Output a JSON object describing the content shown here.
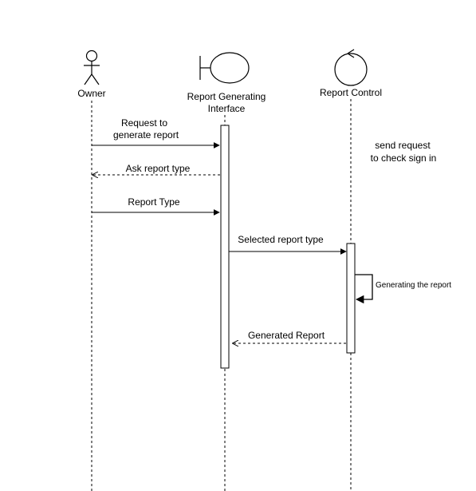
{
  "participants": {
    "owner": {
      "label": "Owner",
      "kind": "actor"
    },
    "interface": {
      "label_line1": "Report Generating",
      "label_line2": "Interface",
      "kind": "boundary"
    },
    "control": {
      "label": "Report Control",
      "kind": "control"
    }
  },
  "messages": {
    "m1": {
      "line1": "Request to",
      "line2": "generate report",
      "style": "solid",
      "from": "Owner",
      "to": "Report Generating Interface"
    },
    "m2": {
      "label": "Ask report type",
      "style": "dashed",
      "from": "Report Generating Interface",
      "to": "Owner"
    },
    "m3": {
      "label": "Report Type",
      "style": "solid",
      "from": "Owner",
      "to": "Report Generating Interface"
    },
    "m4": {
      "label": "Selected report type",
      "style": "solid",
      "from": "Report Generating Interface",
      "to": "Report Control"
    },
    "m5": {
      "label": "Generating the report",
      "style": "solid",
      "from": "Report Control",
      "to": "Report Control"
    },
    "m6": {
      "label": "Generated Report",
      "style": "dashed",
      "from": "Report Control",
      "to": "Report Generating Interface"
    }
  },
  "note": {
    "line1": "send request",
    "line2": "to check sign in"
  },
  "colors": {
    "stroke": "#000000",
    "background": "#ffffff"
  }
}
